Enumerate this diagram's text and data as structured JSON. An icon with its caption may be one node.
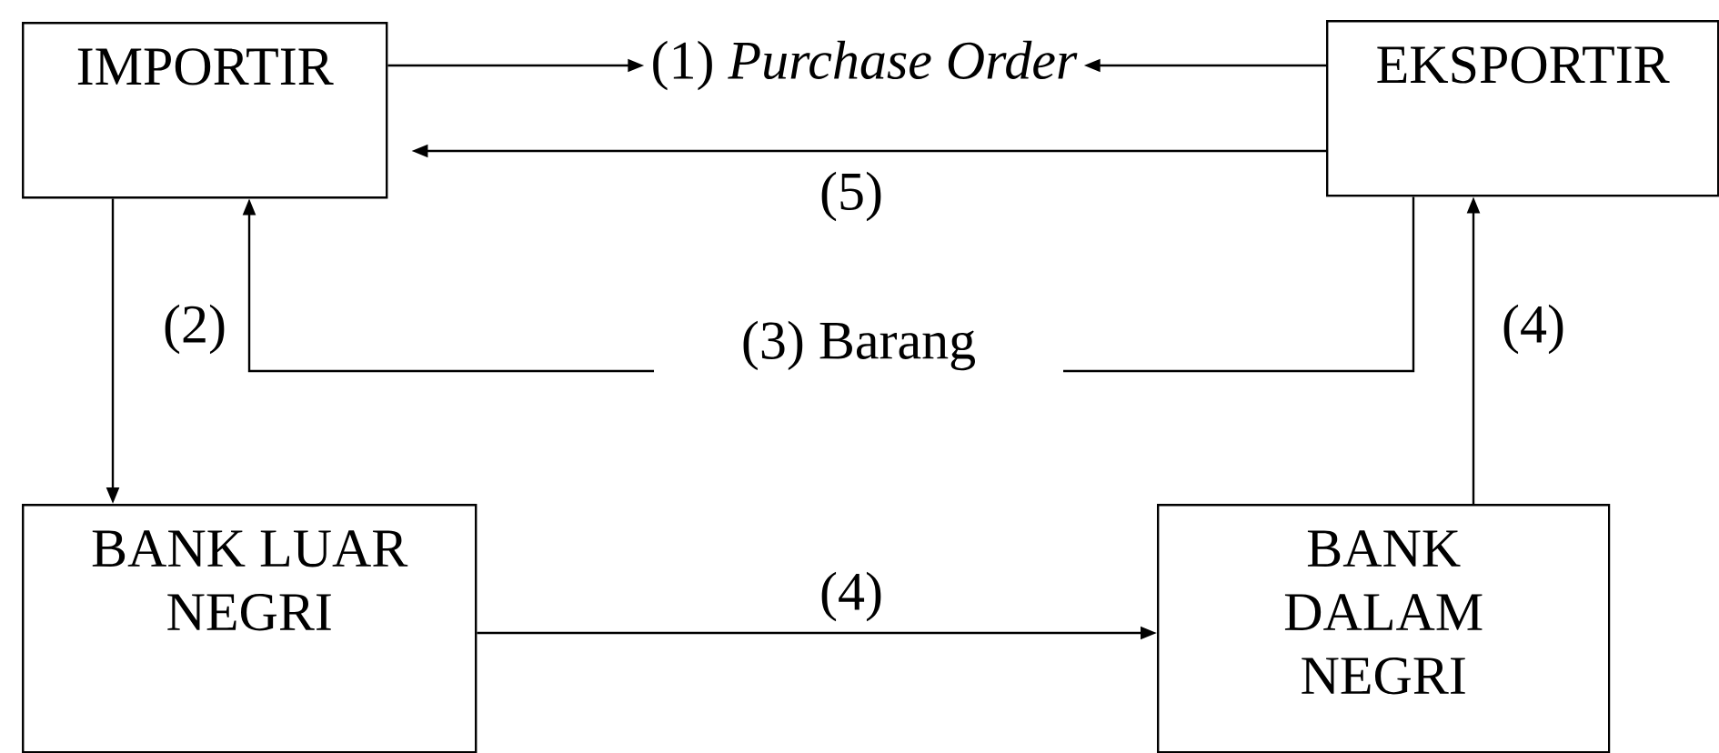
{
  "diagram": {
    "nodes": [
      {
        "text": [
          "IMPORTIR"
        ]
      },
      {
        "text": [
          "EKSPORTIR"
        ]
      },
      {
        "text": [
          "BANK LUAR NEGRI"
        ]
      },
      {
        "text": [
          "BANK DALAM NEGRI"
        ]
      },
      {
        "text": [
          "(1) *Purchase Order*"
        ]
      }
    ],
    "edges": [
      {
        "from": 0,
        "to": 4,
        "arrow": "to"
      },
      {
        "from": 1,
        "to": 4,
        "arrow": "to"
      },
      {
        "from": 1,
        "to": 0,
        "arrow": "to",
        "label": "(5)"
      },
      {
        "from": 1,
        "to": 0,
        "arrow": "to",
        "label": "(3) Barang"
      },
      {
        "from": 0,
        "to": 2,
        "arrow": "to",
        "label": "(2)"
      },
      {
        "from": 2,
        "to": 3,
        "arrow": "to",
        "label": "(4)"
      },
      {
        "from": 3,
        "to": 1,
        "arrow": "to",
        "label": "(4)"
      }
    ]
  }
}
